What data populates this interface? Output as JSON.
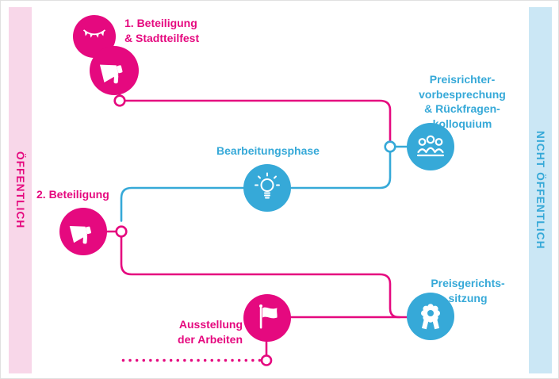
{
  "bands": {
    "left": {
      "label": "ÖFFENTLICH"
    },
    "right": {
      "label": "NICHT ÖFFENTLICH"
    }
  },
  "steps": {
    "step1": {
      "label": "1. Beteiligung\n& Stadtteilfest"
    },
    "jury_briefing": {
      "label": "Preisrichter-\nvorbesprechung\n& Rückfragen-\nkolloquium"
    },
    "work_phase": {
      "label": "Bearbeitungsphase"
    },
    "step2": {
      "label": "2. Beteiligung"
    },
    "jury_session": {
      "label": "Preisgerichts-\nsitzung"
    },
    "exhibition": {
      "label": "Ausstellung\nder Arbeiten"
    }
  },
  "icons": {
    "step1": [
      "bunting-icon",
      "megaphone-icon"
    ],
    "jury_briefing": "committee-icon",
    "work_phase": "lightbulb-icon",
    "step2": "megaphone-icon",
    "jury_session": "award-ribbon-icon",
    "exhibition": "flag-icon"
  },
  "colors": {
    "pink": "#E5097F",
    "blue": "#36A9D8",
    "band_pink": "#F8D7E9",
    "band_blue": "#CBE7F5"
  }
}
